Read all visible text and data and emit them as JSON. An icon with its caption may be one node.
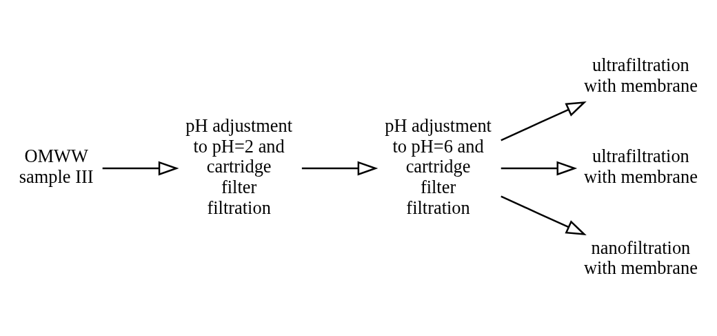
{
  "diagram": {
    "nodes": [
      {
        "text": [
          "OMWW sample III"
        ]
      },
      {
        "text": [
          "pH adjustment to pH=2 and cartridge filter filtration"
        ]
      },
      {
        "text": [
          "pH adjustment to pH=6 and cartridge filter filtration"
        ]
      },
      {
        "text": [
          "ultrafiltration with membrane"
        ]
      },
      {
        "text": [
          "ultrafiltration with membrane"
        ]
      },
      {
        "text": [
          "nanofiltration with membrane"
        ]
      }
    ],
    "edges": [
      {
        "from": 0,
        "to": 1,
        "arrow": "to"
      },
      {
        "from": 1,
        "to": 2,
        "arrow": "to"
      },
      {
        "from": 2,
        "to": 3,
        "arrow": "to"
      },
      {
        "from": 2,
        "to": 4,
        "arrow": "to"
      },
      {
        "from": 2,
        "to": 5,
        "arrow": "to"
      }
    ]
  }
}
